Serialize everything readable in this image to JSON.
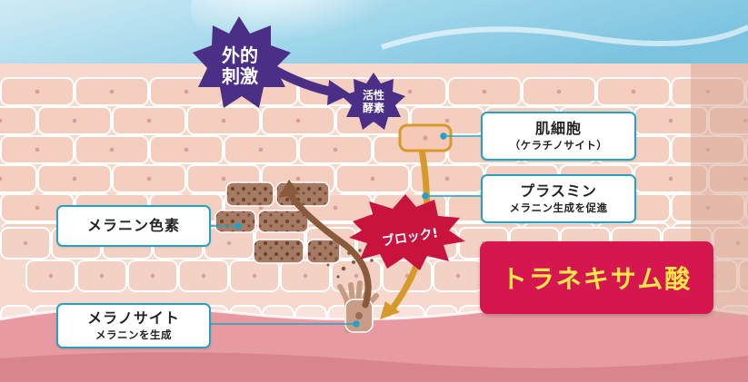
{
  "stimulus": {
    "line1": "外的",
    "line2": "刺激"
  },
  "enzyme": {
    "line1": "活性",
    "line2": "酵素"
  },
  "labels": {
    "skin_cell": {
      "main": "肌細胞",
      "sub": "（ケラチノサイト）"
    },
    "plasmin": {
      "main": "プラスミン",
      "sub": "メラニン生成を促進"
    },
    "melanin": {
      "main": "メラニン色素"
    },
    "melanocyte": {
      "main": "メラノサイト",
      "sub": "メラニンを生成"
    }
  },
  "block_text": "ブロック!",
  "hero_text": "トラネキサム酸",
  "colors": {
    "skin": "#f6d8cc",
    "cell_border": "#ffffff",
    "leader_line": "#27a0c4",
    "star_purple": "#4b2f86",
    "burst_red": "#c8133f",
    "hero_red": "#d5164f",
    "hero_text": "#ffe74a",
    "pathway_gold": "#d69a2b",
    "melanin_brown": "#8a5a3c"
  },
  "icons": [
    "star-burst-icon",
    "arrow-icon",
    "melanocyte-cell-icon",
    "melanin-dot-icon"
  ]
}
